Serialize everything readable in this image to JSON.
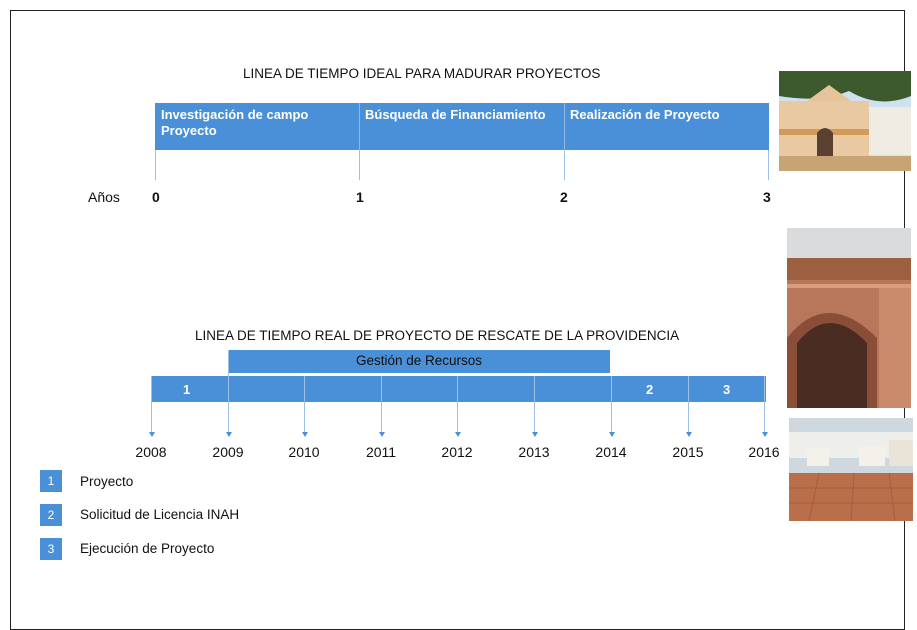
{
  "ideal": {
    "title": "LINEA DE TIEMPO IDEAL PARA MADURAR PROYECTOS",
    "axis_label": "Años",
    "segments": [
      "Investigación de campo Proyecto",
      "Búsqueda de Financiamiento",
      "Realización de Proyecto"
    ],
    "ticks": [
      "0",
      "1",
      "2",
      "3"
    ]
  },
  "real": {
    "title": "LINEA DE TIEMPO REAL DE PROYECTO DE RESCATE DE LA PROVIDENCIA",
    "top_bar_label": "Gestión de Recursos",
    "bar_numbers": [
      "1",
      "2",
      "3"
    ],
    "years": [
      "2008",
      "2009",
      "2010",
      "2011",
      "2012",
      "2013",
      "2014",
      "2015",
      "2016"
    ]
  },
  "legend": [
    {
      "num": "1",
      "label": "Proyecto"
    },
    {
      "num": "2",
      "label": "Solicitud de Licencia INAH"
    },
    {
      "num": "3",
      "label": "Ejecución de Proyecto"
    }
  ],
  "colors": {
    "accent": "#4a90d9",
    "frame": "#222222"
  }
}
